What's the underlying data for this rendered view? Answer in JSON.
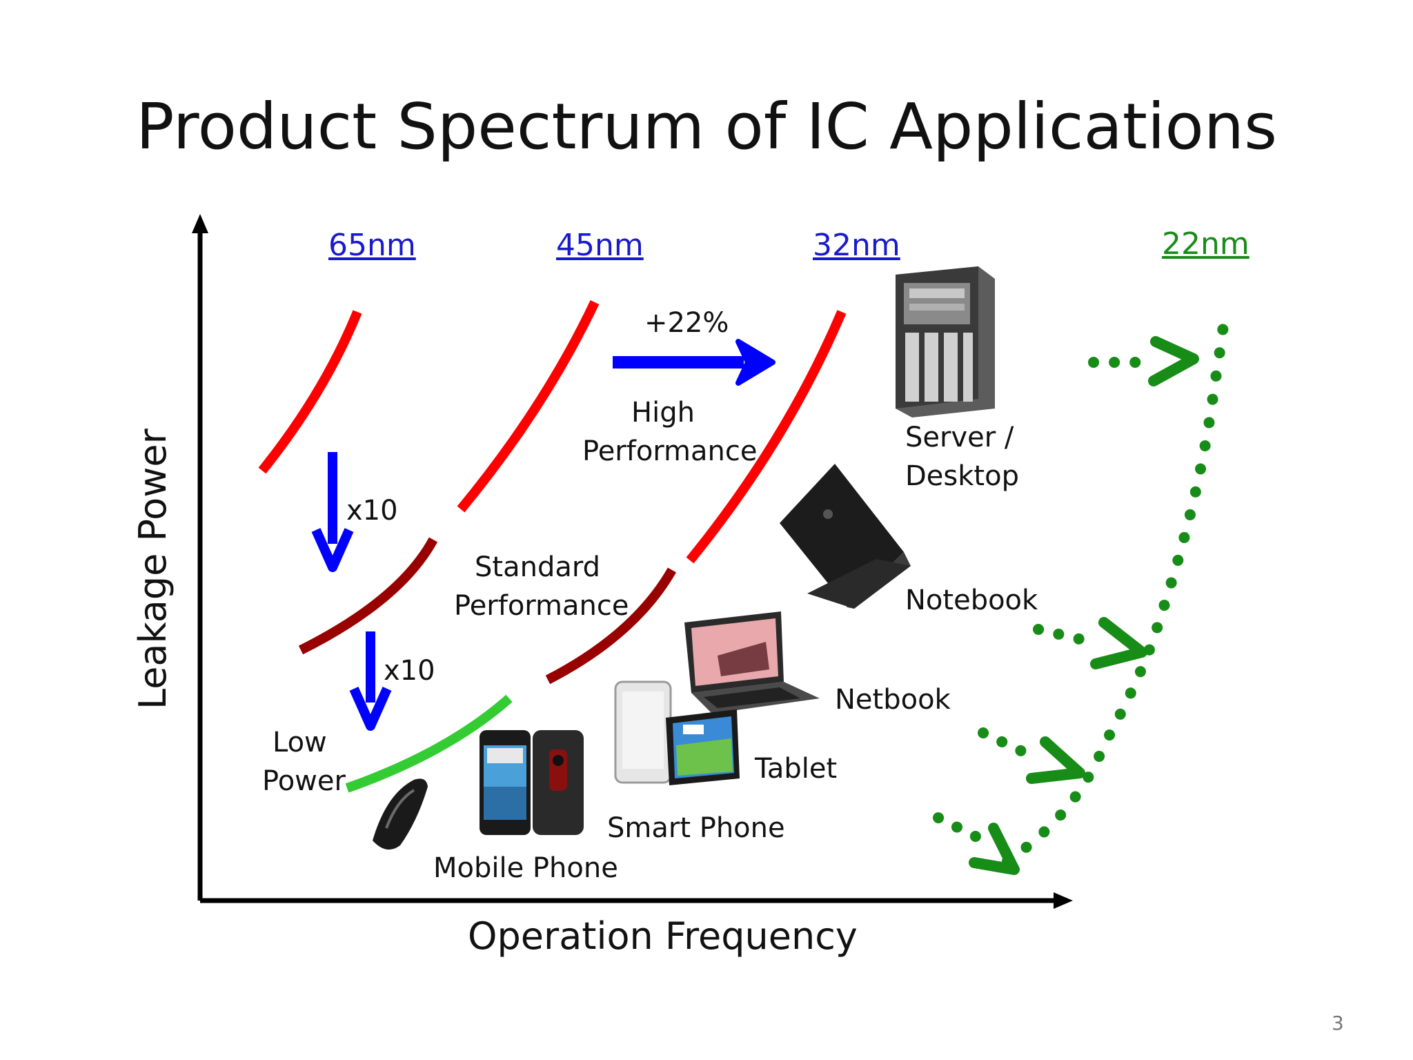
{
  "title": "Product Spectrum of IC Applications",
  "axes": {
    "x_label": "Operation Frequency",
    "y_label": "Leakage Power"
  },
  "nodes": [
    {
      "label": "65nm",
      "color": "#1a1acc"
    },
    {
      "label": "45nm",
      "color": "#1a1acc"
    },
    {
      "label": "32nm",
      "color": "#1a1acc"
    },
    {
      "label": "22nm",
      "color": "#178c17"
    }
  ],
  "annotations": {
    "gain": "+22%",
    "step1": "x10",
    "step2": "x10"
  },
  "categories": {
    "high": [
      "High",
      "Performance"
    ],
    "standard": [
      "Standard",
      "Performance"
    ],
    "low": [
      "Low",
      "Power"
    ]
  },
  "products": {
    "server": [
      "Server /",
      "Desktop"
    ],
    "notebook": "Notebook",
    "netbook": "Netbook",
    "tablet": "Tablet",
    "smartphone": "Smart Phone",
    "mobilephone": "Mobile Phone"
  },
  "colors": {
    "high_curve": "#ff0000",
    "standard_curve": "#990000",
    "low_curve": "#33cc33",
    "arrow": "#0000ff",
    "future": "#178c17"
  },
  "page_number": "3"
}
